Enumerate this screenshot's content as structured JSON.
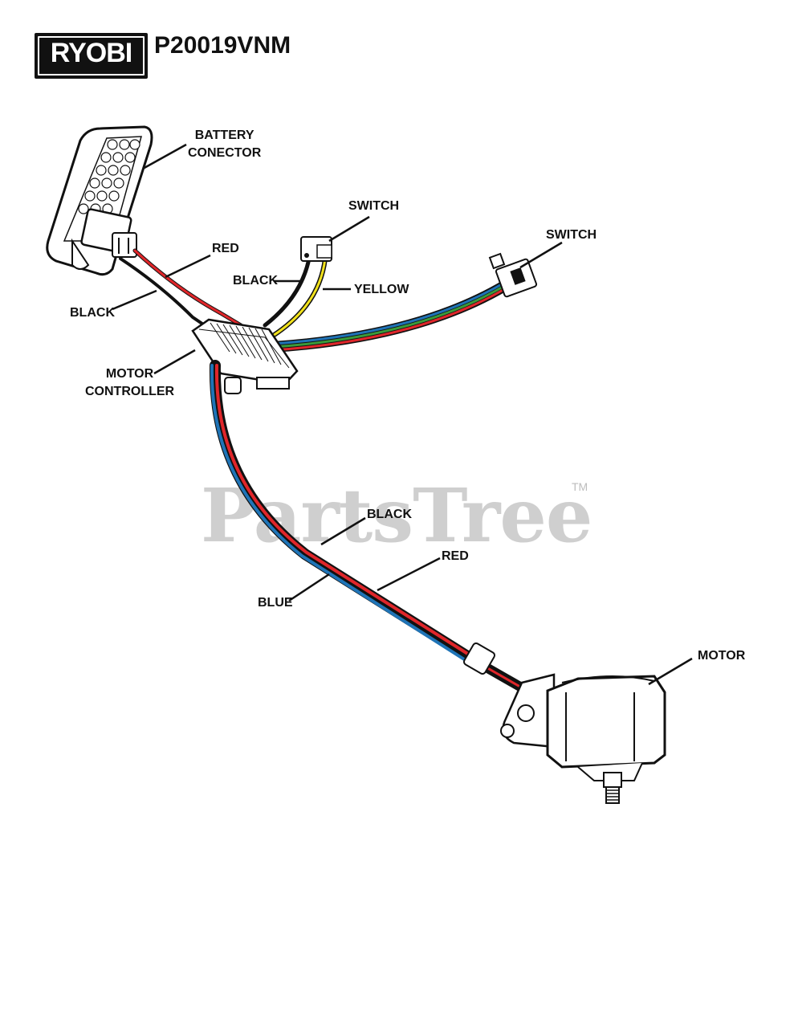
{
  "header": {
    "brand": "RYOBI",
    "model": "P20019VNM"
  },
  "watermark": {
    "text": "PartsTree",
    "trademark": "TM"
  },
  "labels": {
    "battery_connector_line1": "BATTERY",
    "battery_connector_line2": "CONECTOR",
    "switch_top": "SWITCH",
    "switch_right": "SWITCH",
    "red_top": "RED",
    "black_top_switch": "BLACK",
    "yellow": "YELLOW",
    "black_left": "BLACK",
    "motor_controller_line1": "MOTOR",
    "motor_controller_line2": "CONTROLLER",
    "black_lower": "BLACK",
    "red_lower": "RED",
    "blue": "BLUE",
    "motor": "MOTOR"
  },
  "colors": {
    "red_wire": "#e0262a",
    "black_wire": "#111111",
    "yellow_wire": "#f2e21c",
    "blue_wire": "#1f74b7",
    "green_wire": "#3a9a3a",
    "watermark": "#cfcfcf"
  }
}
